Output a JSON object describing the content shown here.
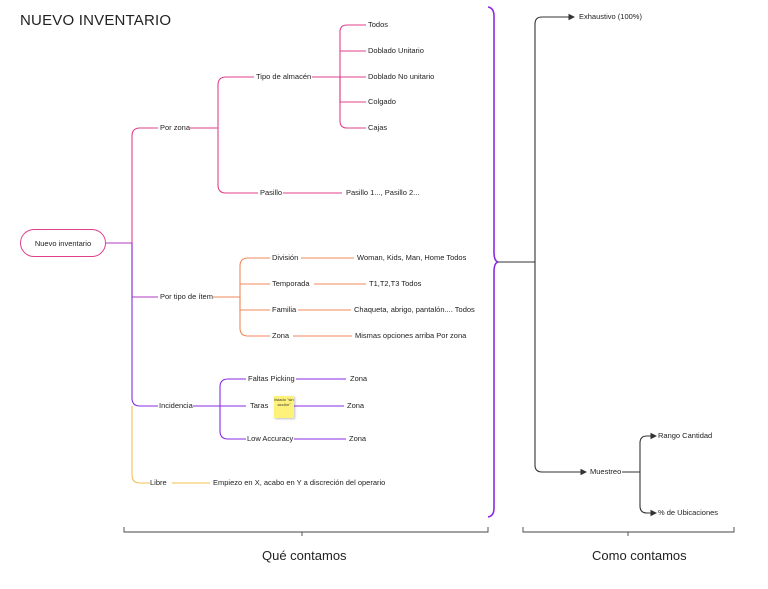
{
  "title": "NUEVO INVENTARIO",
  "root": "Nuevo inventario",
  "branches": {
    "por_zona": "Por zona",
    "tipo_almacen": "Tipo de almacén",
    "almacen_options": [
      "Todos",
      "Doblado Unitario",
      "Doblado No unitario",
      "Colgado",
      "Cajas"
    ],
    "pasillo": "Pasillo",
    "pasillo_value": "Pasillo 1..., Pasillo 2...",
    "por_tipo_item": "Por tipo de ítem",
    "division": "División",
    "division_value": "Woman, Kids, Man, Home Todos",
    "temporada": "Temporada",
    "temporada_value": "T1,T2,T3 Todos",
    "familia": "Familia",
    "familia_value": "Chaqueta, abrigo, pantalón.... Todos",
    "zona": "Zona",
    "zona_value": "Mismas opciones arriba Por zona",
    "incidencia": "Incidencia",
    "faltas_picking": "Faltas Picking",
    "faltas_value": "Zona",
    "taras": "Taras",
    "taras_value": "Zona",
    "taras_sticky": "listado \"sin acción\"",
    "low_accuracy": "Low Accuracy",
    "low_value": "Zona",
    "libre": "Libre",
    "libre_value": "Empiezo en X, acabo en Y a discreción del operario"
  },
  "como": {
    "exhaustivo": "Exhaustivo (100%)",
    "muestreo": "Muestreo",
    "rango": "Rango Cantidad",
    "ubicaciones": "% de Ubicaciones"
  },
  "footer": {
    "que_contamos": "Qué contamos",
    "como_contamos": "Como contamos"
  },
  "colors": {
    "magenta": "#e0408a",
    "purple": "#8a2be2",
    "orange": "#f08a5d",
    "yellow": "#f2c14e",
    "dark": "#333333"
  }
}
